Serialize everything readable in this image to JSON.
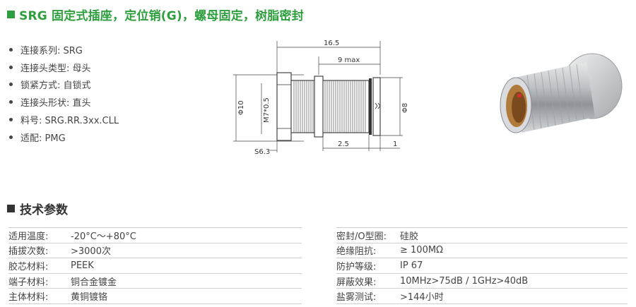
{
  "header": {
    "title": "SRG 固定式插座，定位销(G)，螺母固定，树脂密封"
  },
  "specs": [
    "连接系列: SRG",
    "连接头类型: 母头",
    "锁紧方式: 自锁式",
    "连接头形状: 直头",
    "料号: SRG.RR.3xx.CLL",
    "适配: PMG"
  ],
  "drawing": {
    "dim_overall": "16.5",
    "dim_max": "9 max",
    "dim_left_dia": "Φ10",
    "dim_thread": "M7*0.5",
    "dim_right_dia": "Φ8",
    "dim_hex": "S6.3",
    "dim_length": "2.5",
    "dim_flange": "1"
  },
  "section": {
    "title": "技术参数"
  },
  "params_left": [
    {
      "label": "适用温度:",
      "value": "-20°C～+80°C"
    },
    {
      "label": "插拔次数:",
      "value": ">3000次"
    },
    {
      "label": "胶芯材料:",
      "value": "PEEK"
    },
    {
      "label": "端子材料:",
      "value": "铜合金镀金"
    },
    {
      "label": "主体材料:",
      "value": "黄铜镀铬"
    }
  ],
  "params_right": [
    {
      "label": "密封/O型圈:",
      "value": "硅胶"
    },
    {
      "label": "绝缘阻抗:",
      "value": "≥ 100MΩ"
    },
    {
      "label": "防护等级:",
      "value": "IP 67"
    },
    {
      "label": "屏蔽效果:",
      "value": "10MHz>75dB / 1GHz>40dB"
    },
    {
      "label": "盐雾测试:",
      "value": ">144小时"
    }
  ],
  "colors": {
    "accent": "#2e9e3e",
    "text": "#444444",
    "rule": "#cfcfcf"
  }
}
